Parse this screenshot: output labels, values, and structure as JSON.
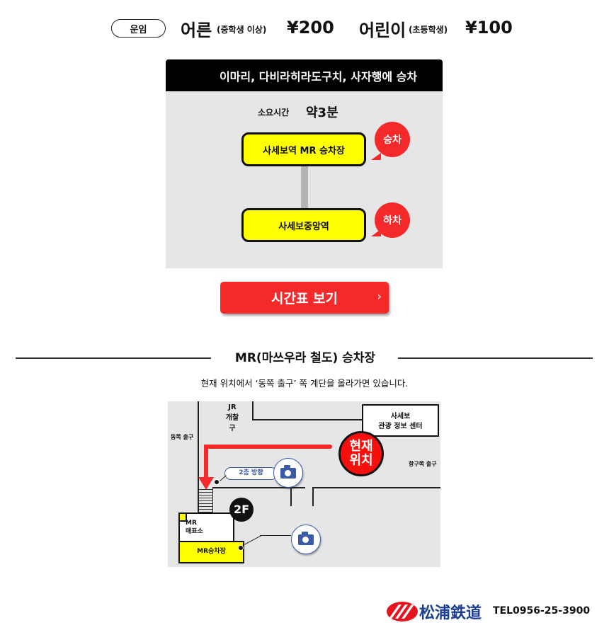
{
  "fare": {
    "badge": "운임",
    "adult_label": "어른",
    "adult_note": "(중학생 이상)",
    "adult_price": "¥200",
    "child_label": "어린이",
    "child_note": "(초등학생)",
    "child_price": "¥100"
  },
  "route": {
    "header": "이마리, 다비라히라도구치, 사자행에 승차",
    "duration_label": "소요시간",
    "duration_value": "약3분",
    "from_station": "사세보역 MR 승차장",
    "from_badge": "승차",
    "to_station": "사세보중앙역",
    "to_badge": "하차"
  },
  "timetable_button": {
    "label": "시간표 보기",
    "chevron": "›"
  },
  "section": {
    "title": "MR(마쓰우라 철도) 승차장",
    "description": "현재 위치에서 ‘동쪽 출구’ 쪽 계단을 올라가면 있습니다."
  },
  "map": {
    "jr_gate_line1": "JR",
    "jr_gate_line2": "개찰구",
    "east_exit": "동쪽 출구",
    "tourist_info_line1": "사세보",
    "tourist_info_line2": "관광 정보 센터",
    "current_location_line1": "현재",
    "current_location_line2": "위치",
    "harbor_exit": "항구쪽 출구",
    "to_2f_label": "2층 방향",
    "floor_badge": "2F",
    "ticket_office_line1": "MR",
    "ticket_office_line2": "매표소",
    "platform": "MR승차장"
  },
  "footer": {
    "company": "松浦鉄道",
    "tel": "TEL0956-25-3900"
  },
  "colors": {
    "accent_red": "#f5282a",
    "station_yellow": "#ffff00",
    "card_bg": "#e6e6e6",
    "camera_blue": "#3b5aa6",
    "logo_blue": "#1c3f94"
  }
}
